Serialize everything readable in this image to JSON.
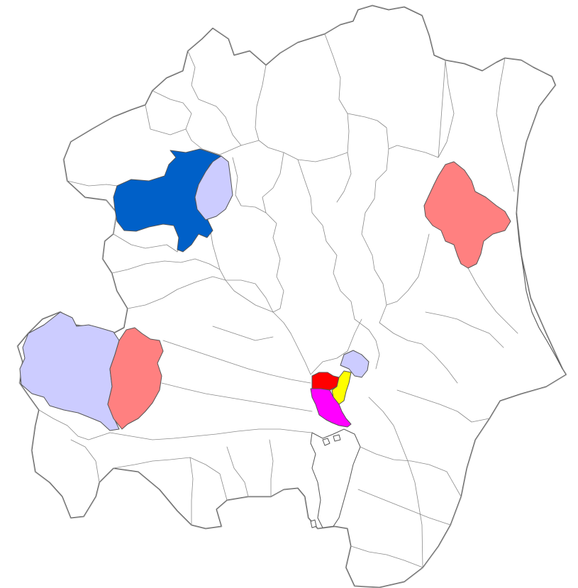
{
  "map": {
    "fill_default": "#ffffff",
    "stroke": "#555555",
    "highlight_colors": {
      "dark_blue": "#0060c8",
      "light_lavender": "#ccccff",
      "salmon": "#ff8080",
      "red": "#ff0000",
      "yellow": "#ffff00",
      "magenta": "#ff00ff"
    },
    "highlighted_regions": [
      {
        "id": "region-dark-blue",
        "color_key": "dark_blue"
      },
      {
        "id": "region-lavender-north",
        "color_key": "light_lavender"
      },
      {
        "id": "region-salmon-east",
        "color_key": "salmon"
      },
      {
        "id": "region-lavender-west",
        "color_key": "light_lavender"
      },
      {
        "id": "region-salmon-west",
        "color_key": "salmon"
      },
      {
        "id": "region-lavender-center",
        "color_key": "light_lavender"
      },
      {
        "id": "region-red-center",
        "color_key": "red"
      },
      {
        "id": "region-yellow-center",
        "color_key": "yellow"
      },
      {
        "id": "region-magenta-center",
        "color_key": "magenta"
      }
    ]
  }
}
